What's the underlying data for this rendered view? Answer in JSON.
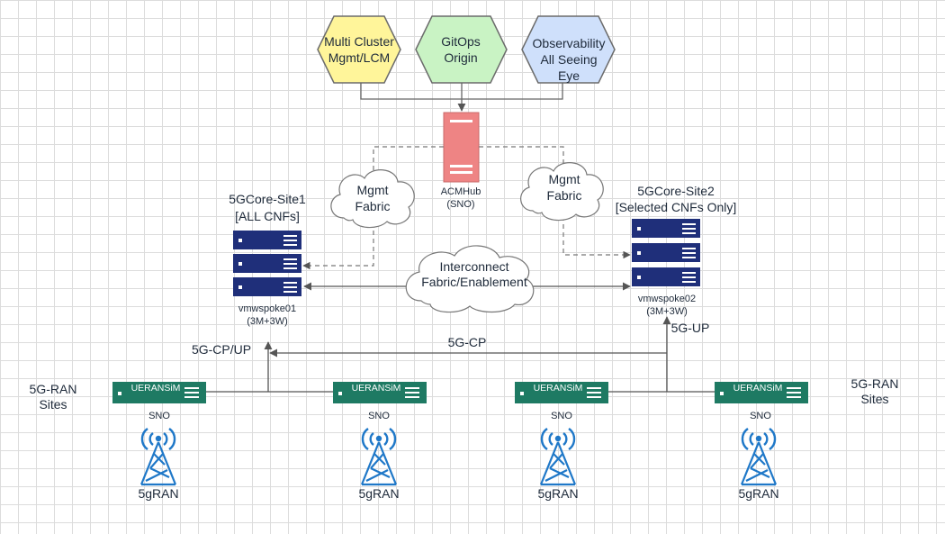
{
  "hexagons": {
    "mcm_line1": "Multi Cluster",
    "mcm_line2": "Mgmt/LCM",
    "gitops_line1": "GitOps",
    "gitops_line2": "Origin",
    "obs_line1": "Observability",
    "obs_line2": "All Seeing",
    "obs_line3": "Eye"
  },
  "hub": {
    "name": "ACMHub",
    "type": "(SNO)"
  },
  "clouds": {
    "mgmt_left_line1": "Mgmt",
    "mgmt_left_line2": "Fabric",
    "mgmt_right_line1": "Mgmt",
    "mgmt_right_line2": "Fabric",
    "interconnect_line1": "Interconnect",
    "interconnect_line2": "Fabric/Enablement"
  },
  "site1": {
    "title_line1": "5GCore-Site1",
    "title_line2": "[ALL CNFs]",
    "host": "vmwspoke01",
    "spec": "(3M+3W)"
  },
  "site2": {
    "title_line1": "5GCore-Site2",
    "title_line2": "[Selected CNFs Only]",
    "host": "vmwspoke02",
    "spec": "(3M+3W)"
  },
  "links": {
    "cp_up": "5G-CP/UP",
    "cp": "5G-CP",
    "up": "5G-UP"
  },
  "ran_sites": {
    "left_line1": "5G-RAN",
    "left_line2": "Sites",
    "right_line1": "5G-RAN",
    "right_line2": "Sites"
  },
  "ueransim": [
    {
      "label": "UERANSiM",
      "node": "SNO",
      "ran": "5gRAN"
    },
    {
      "label": "UERANSiM",
      "node": "SNO",
      "ran": "5gRAN"
    },
    {
      "label": "UERANSiM",
      "node": "SNO",
      "ran": "5gRAN"
    },
    {
      "label": "UERANSiM",
      "node": "SNO",
      "ran": "5gRAN"
    }
  ],
  "colors": {
    "hex_yellow": "#fff59a",
    "hex_green": "#c9f3c4",
    "hex_blue": "#cfe0fb",
    "hub_red": "#ee8484",
    "server_navy": "#1f2f7a",
    "ueransim_green": "#1e7a63",
    "tower_blue": "#1f78c8"
  }
}
